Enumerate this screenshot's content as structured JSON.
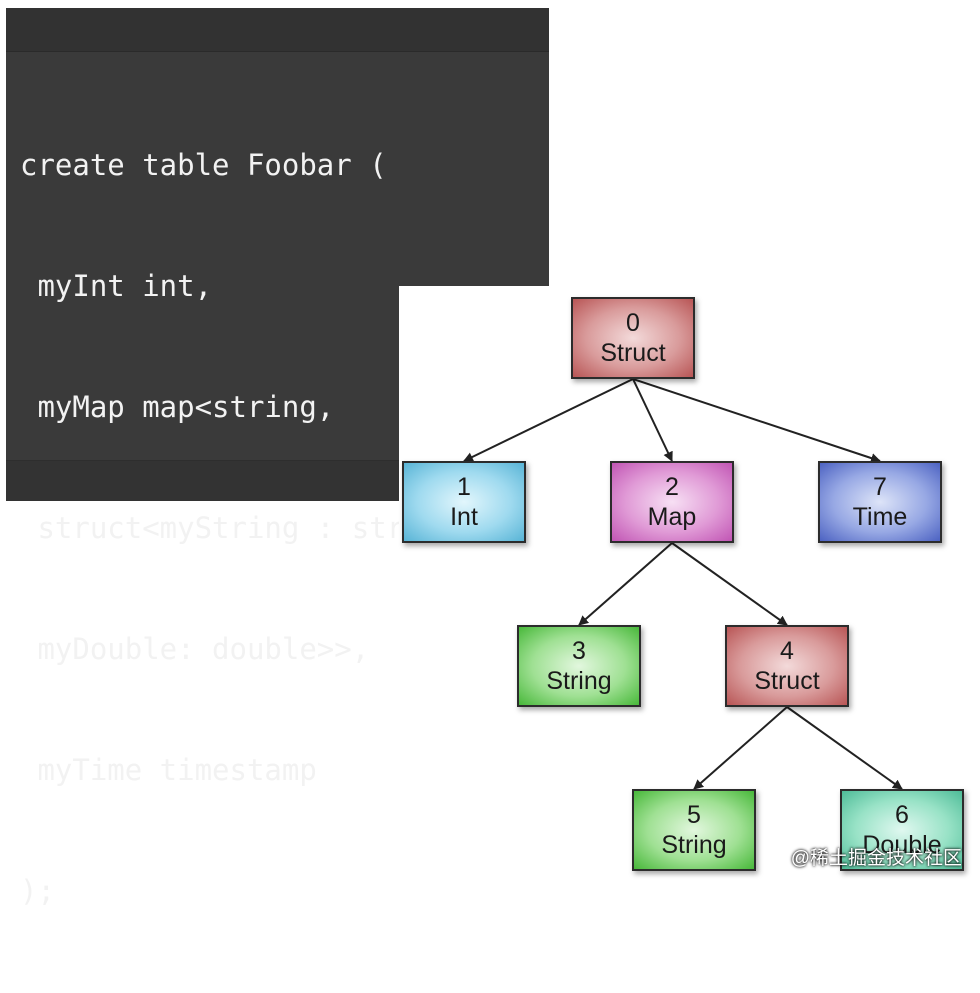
{
  "code": {
    "lines": [
      "create table Foobar (",
      " myInt int,",
      " myMap map<string,",
      " struct<myString : string,",
      " myDouble: double>>,",
      " myTime timestamp",
      ");"
    ]
  },
  "diagram": {
    "nodes": [
      {
        "id": "0",
        "label": "Struct",
        "color": "#c86a6a"
      },
      {
        "id": "1",
        "label": "Int",
        "color": "#6cc3e2"
      },
      {
        "id": "2",
        "label": "Map",
        "color": "#cd6ec2"
      },
      {
        "id": "7",
        "label": "Time",
        "color": "#6276cc"
      },
      {
        "id": "3",
        "label": "String",
        "color": "#5dc84e"
      },
      {
        "id": "4",
        "label": "Struct",
        "color": "#c86a6a"
      },
      {
        "id": "5",
        "label": "String",
        "color": "#5dc84e"
      },
      {
        "id": "6",
        "label": "Double",
        "color": "#66cba6"
      }
    ],
    "edges": [
      {
        "from": "0",
        "to": "1"
      },
      {
        "from": "0",
        "to": "2"
      },
      {
        "from": "0",
        "to": "7"
      },
      {
        "from": "2",
        "to": "3"
      },
      {
        "from": "2",
        "to": "4"
      },
      {
        "from": "4",
        "to": "5"
      },
      {
        "from": "4",
        "to": "6"
      }
    ]
  },
  "watermark": "@稀土掘金技术社区"
}
